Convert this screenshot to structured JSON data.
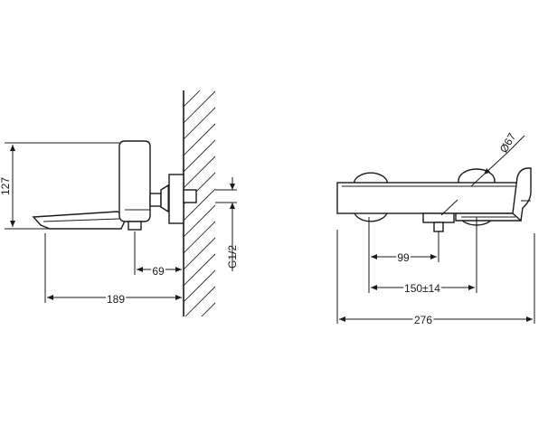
{
  "drawing": {
    "side_view": {
      "height_label": "127",
      "projection_short_label": "69",
      "projection_long_label": "189",
      "thread_label": "G1/2"
    },
    "front_view": {
      "diameter_label": "Ø67",
      "inner_spacing_label": "99",
      "connection_spacing_label": "150±14",
      "overall_width_label": "276"
    }
  }
}
